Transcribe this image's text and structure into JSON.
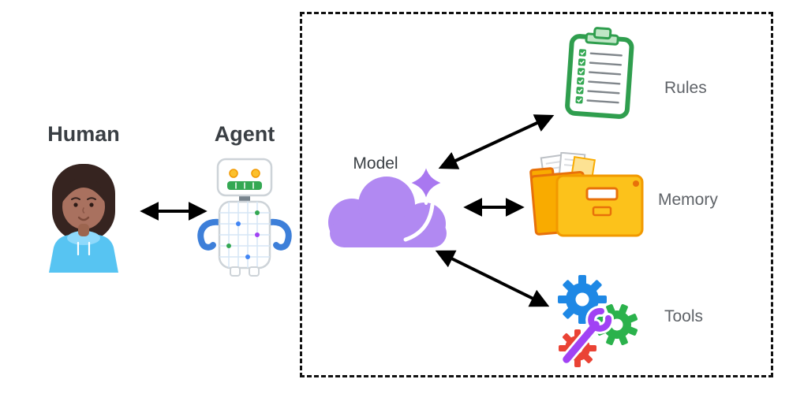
{
  "diagram": {
    "title": "Agent architecture diagram",
    "nodes": {
      "human": {
        "label": "Human"
      },
      "agent": {
        "label": "Agent"
      },
      "model": {
        "label": "Model"
      },
      "rules": {
        "label": "Rules"
      },
      "memory": {
        "label": "Memory"
      },
      "tools": {
        "label": "Tools"
      }
    },
    "edges": [
      {
        "from": "human",
        "to": "agent",
        "style": "double-arrow"
      },
      {
        "from": "model",
        "to": "rules",
        "style": "double-arrow"
      },
      {
        "from": "model",
        "to": "memory",
        "style": "double-arrow"
      },
      {
        "from": "model",
        "to": "tools",
        "style": "double-arrow"
      }
    ],
    "icons": {
      "human": "person-avatar-icon",
      "agent": "robot-icon",
      "model": "cloud-sparkle-icon",
      "rules": "checklist-clipboard-icon",
      "memory": "file-folder-icon",
      "tools": "gears-wrench-icon"
    },
    "colors": {
      "label_dark": "#3a3f44",
      "label_gray": "#5f6368",
      "arrow": "#000000",
      "boundary_dash": "#111111",
      "cloud_purple": "#b189f2",
      "sparkle_purple": "#a978f0",
      "clipboard_green": "#2f9e4e",
      "check_green": "#34a853",
      "folder_yellow": "#fcc21b",
      "folder_orange": "#f9ab00",
      "folder_outline": "#e8710a",
      "gear_blue": "#1e88e5",
      "gear_green": "#2bb24c",
      "gear_red": "#ea4335",
      "wrench_purple": "#a142f4",
      "hoodie_blue": "#57c4f2",
      "robot_arm_blue": "#3d7fd9",
      "robot_mouth_green": "#34a853",
      "robot_eye_yellow": "#fbc02d"
    }
  }
}
